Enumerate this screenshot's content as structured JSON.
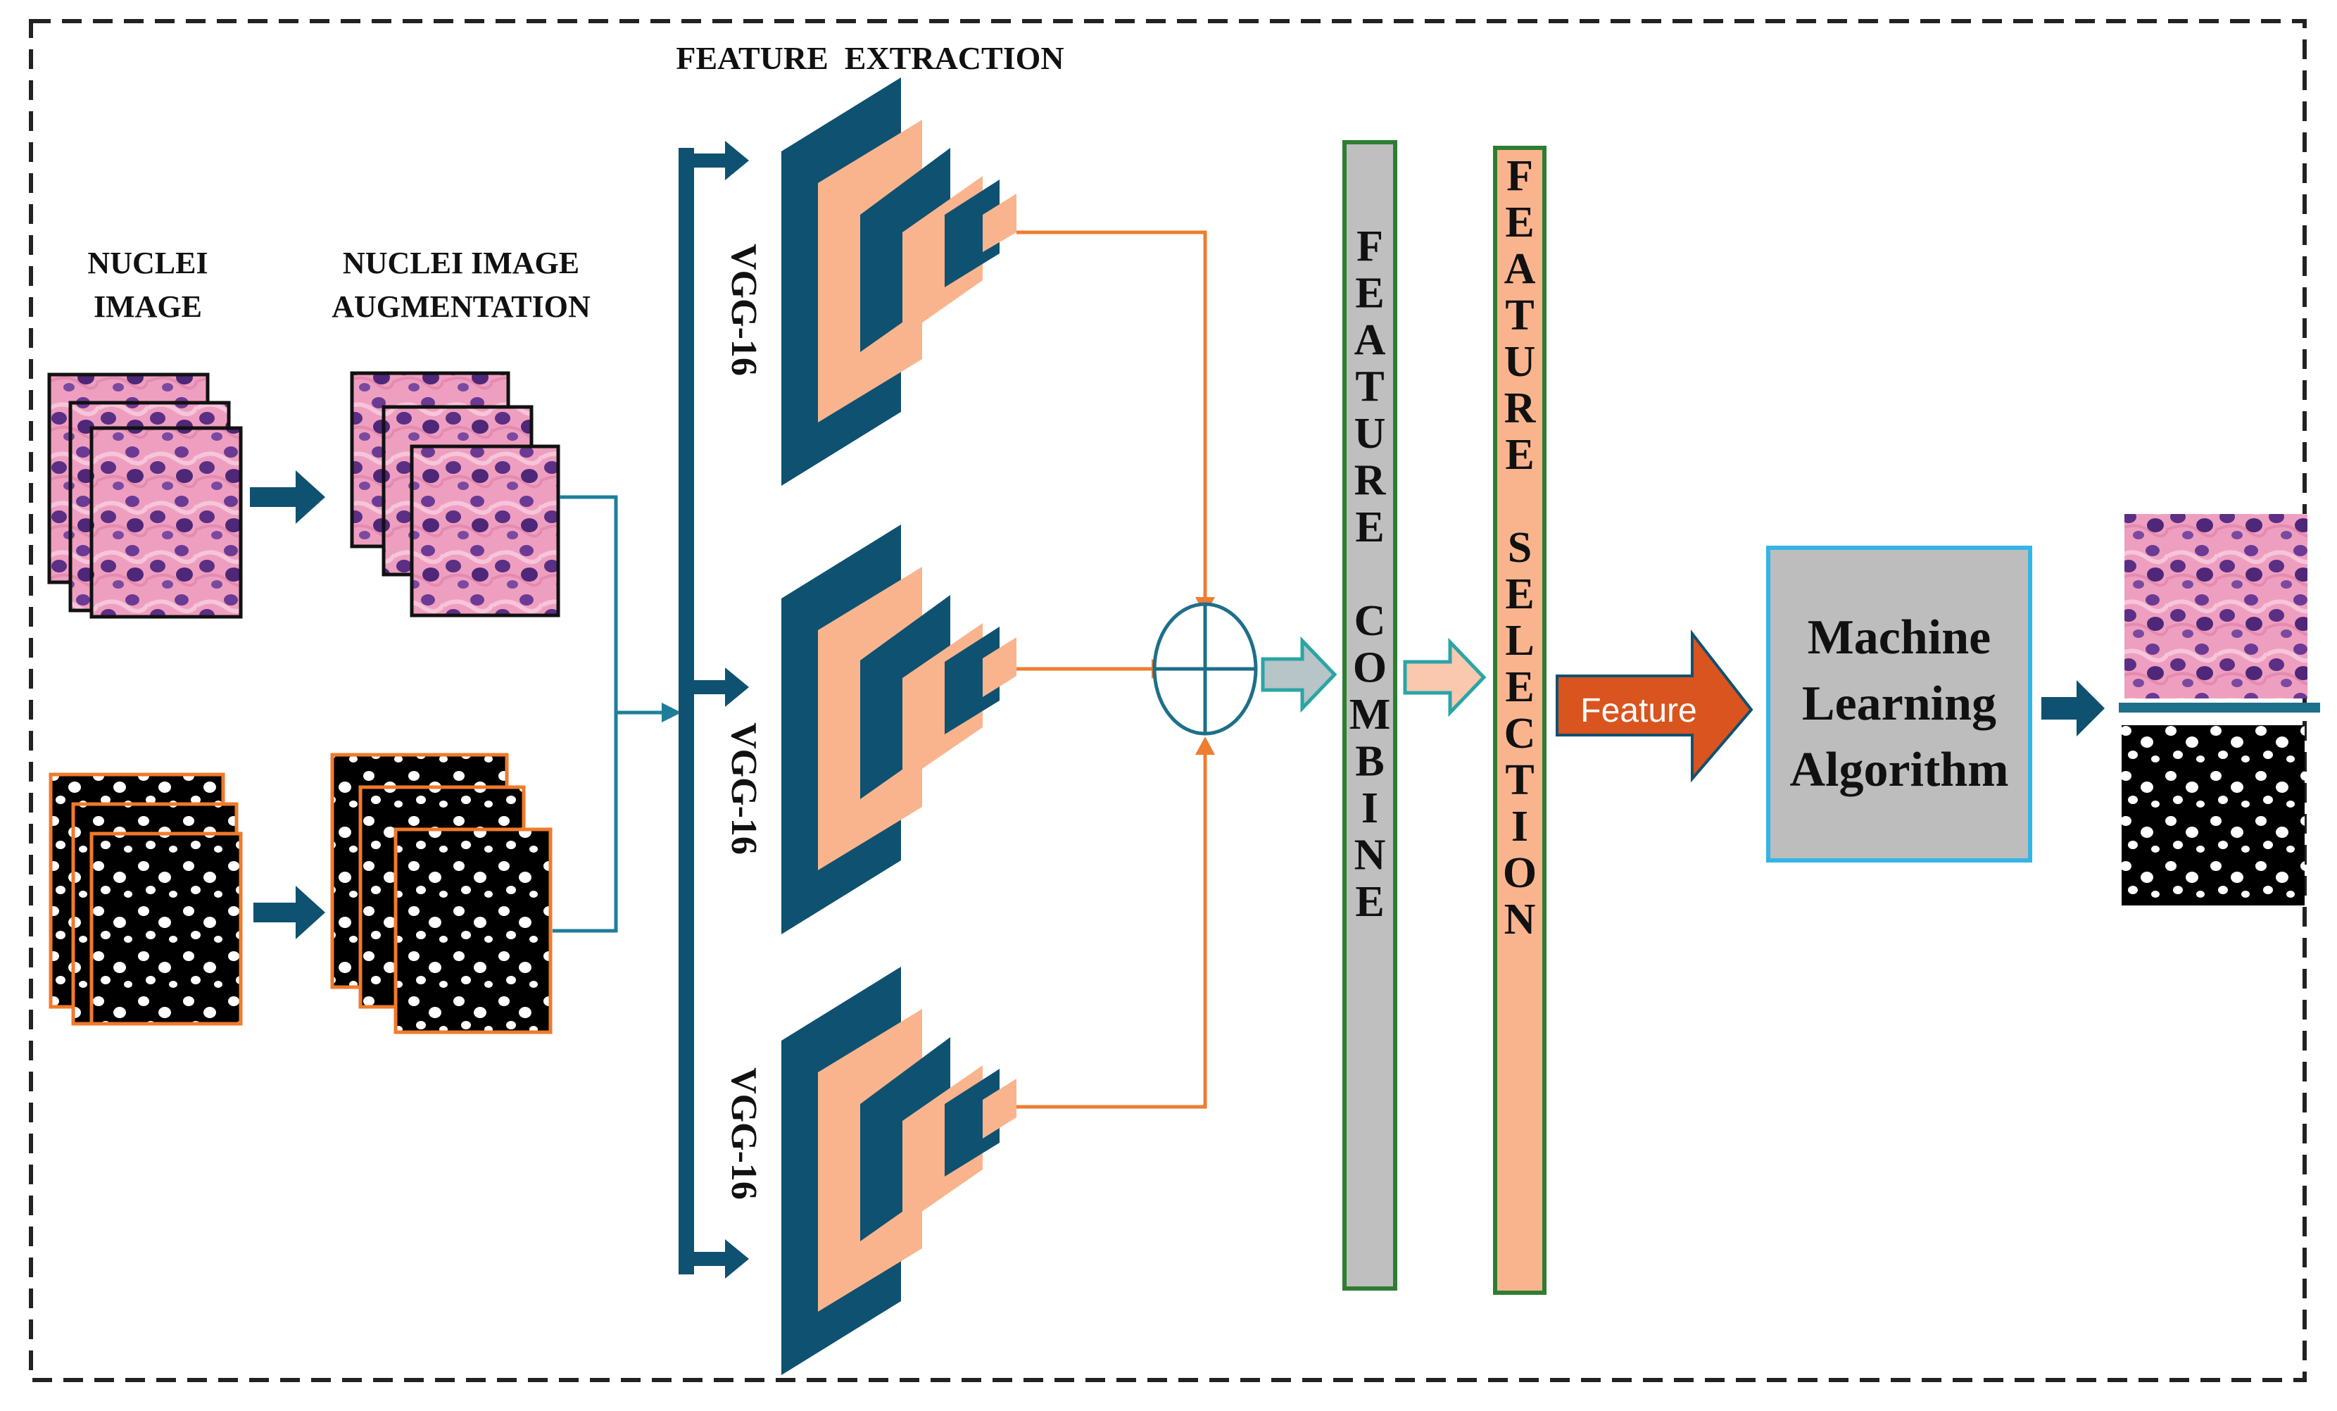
{
  "title": "FEATURE  EXTRACTION",
  "nuclei_image_label": [
    "NUCLEI",
    "IMAGE"
  ],
  "augmentation_label": [
    "NUCLEI IMAGE",
    "AUGMENTATION"
  ],
  "vgg_labels": [
    "VGG-16",
    "VGG-16",
    "VGG-16"
  ],
  "feature_combine": "FEATURE COMBINE",
  "feature_selection": "FEATURE SELECTION",
  "feature_arrow_label": "Feature",
  "ml_box_lines": [
    "Machine",
    "Learning",
    "Algorithm"
  ],
  "colors": {
    "dark_teal": "#0f5170",
    "peach": "#f9b48e",
    "orange_line": "#ed7d31",
    "teal_line": "#1e7e9a",
    "combine_fill": "#bfbfbf",
    "combine_border": "#2e7d32",
    "selection_fill": "#f9b48e",
    "feature_arrow": "#d9541e",
    "ml_fill": "#bdbdbd",
    "ml_border": "#33b5e5",
    "tissue_pink": "#ee9fc0",
    "nuclei_purple": "#5a2f84",
    "mask_border": "#f07a2a"
  },
  "icons": [
    "tissue-image-icon",
    "binary-mask-icon",
    "summation-circle-icon",
    "cnn-stack-icon"
  ]
}
